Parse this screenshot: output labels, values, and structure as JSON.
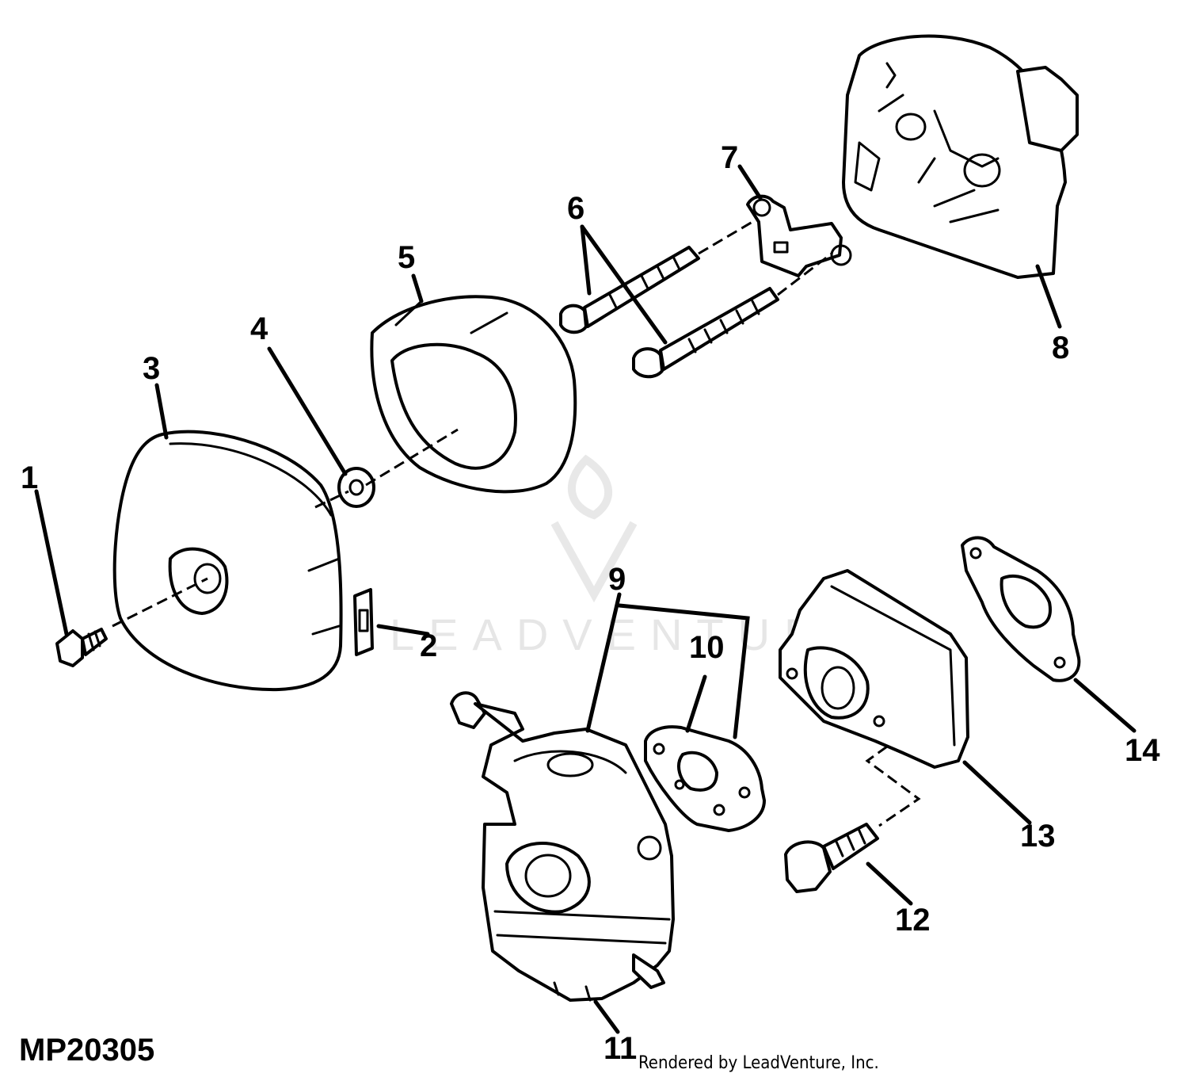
{
  "figure_id": "MP20305",
  "render_credit": "Rendered by LeadVenture, Inc.",
  "watermark_text": "LEADVENTURE",
  "callouts": [
    "1",
    "2",
    "3",
    "4",
    "5",
    "6",
    "7",
    "8",
    "9",
    "10",
    "11",
    "12",
    "13",
    "14"
  ],
  "colors": {
    "line": "#000000",
    "background": "#ffffff",
    "watermark": "#e6e6e6"
  }
}
